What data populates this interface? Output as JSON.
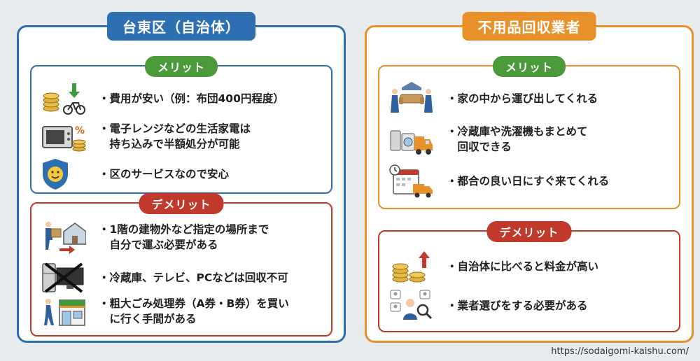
{
  "left": {
    "title": "台東区（自治体）",
    "merit": {
      "tag": "メリット",
      "items": [
        {
          "text": "・費用が安い（例：布団400円程度）"
        },
        {
          "text": "・電子レンジなどの生活家電は\n　持ち込みで半額処分が可能"
        },
        {
          "text": "・区のサービスなので安心"
        }
      ]
    },
    "demerit": {
      "tag": "デメリット",
      "items": [
        {
          "text": "・1階の建物外など指定の場所まで\n　自分で運ぶ必要がある"
        },
        {
          "text": "・冷蔵庫、テレビ、PCなどは回収不可"
        },
        {
          "text": "・粗大ごみ処理券（A券・B券）を買い\n　に行く手間がある"
        }
      ]
    }
  },
  "right": {
    "title": "不用品回収業者",
    "merit": {
      "tag": "メリット",
      "items": [
        {
          "text": "・家の中から運び出してくれる"
        },
        {
          "text": "・冷蔵庫や洗濯機もまとめて\n　回収できる"
        },
        {
          "text": "・都合の良い日にすぐ来てくれる"
        }
      ]
    },
    "demerit": {
      "tag": "デメリット",
      "items": [
        {
          "text": "・自治体に比べると料金が高い"
        },
        {
          "text": "・業者選びをする必要がある"
        }
      ]
    }
  },
  "footer": {
    "url": "https://sodaigomi-kaishu.com/"
  },
  "colors": {
    "left_accent": "#2d6fb0",
    "right_accent": "#e8902a",
    "merit_tag": "#4a9a3a",
    "demerit_tag": "#c0392b"
  }
}
